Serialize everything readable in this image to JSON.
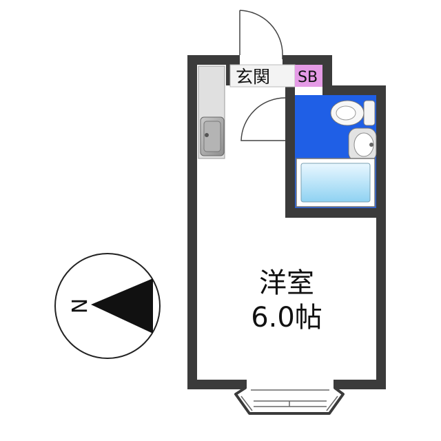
{
  "labels": {
    "entrance": "玄関",
    "shoe_box": "SB",
    "room_name": "洋室",
    "room_size": "6.0帖",
    "north": "N"
  },
  "colors": {
    "wall": "#3b3b3b",
    "bathroom_floor": "#1f5fe6",
    "shoe_box_fill": "#e59be6",
    "kitchen_counter": "#dedede",
    "floor": "#ffffff",
    "bathtub": "#9fdcf5"
  },
  "icons": {
    "toilet": "toilet-icon",
    "washbasin": "washbasin-icon",
    "bathtub": "bathtub-icon",
    "sink": "sink-icon",
    "compass": "north-arrow-icon"
  }
}
